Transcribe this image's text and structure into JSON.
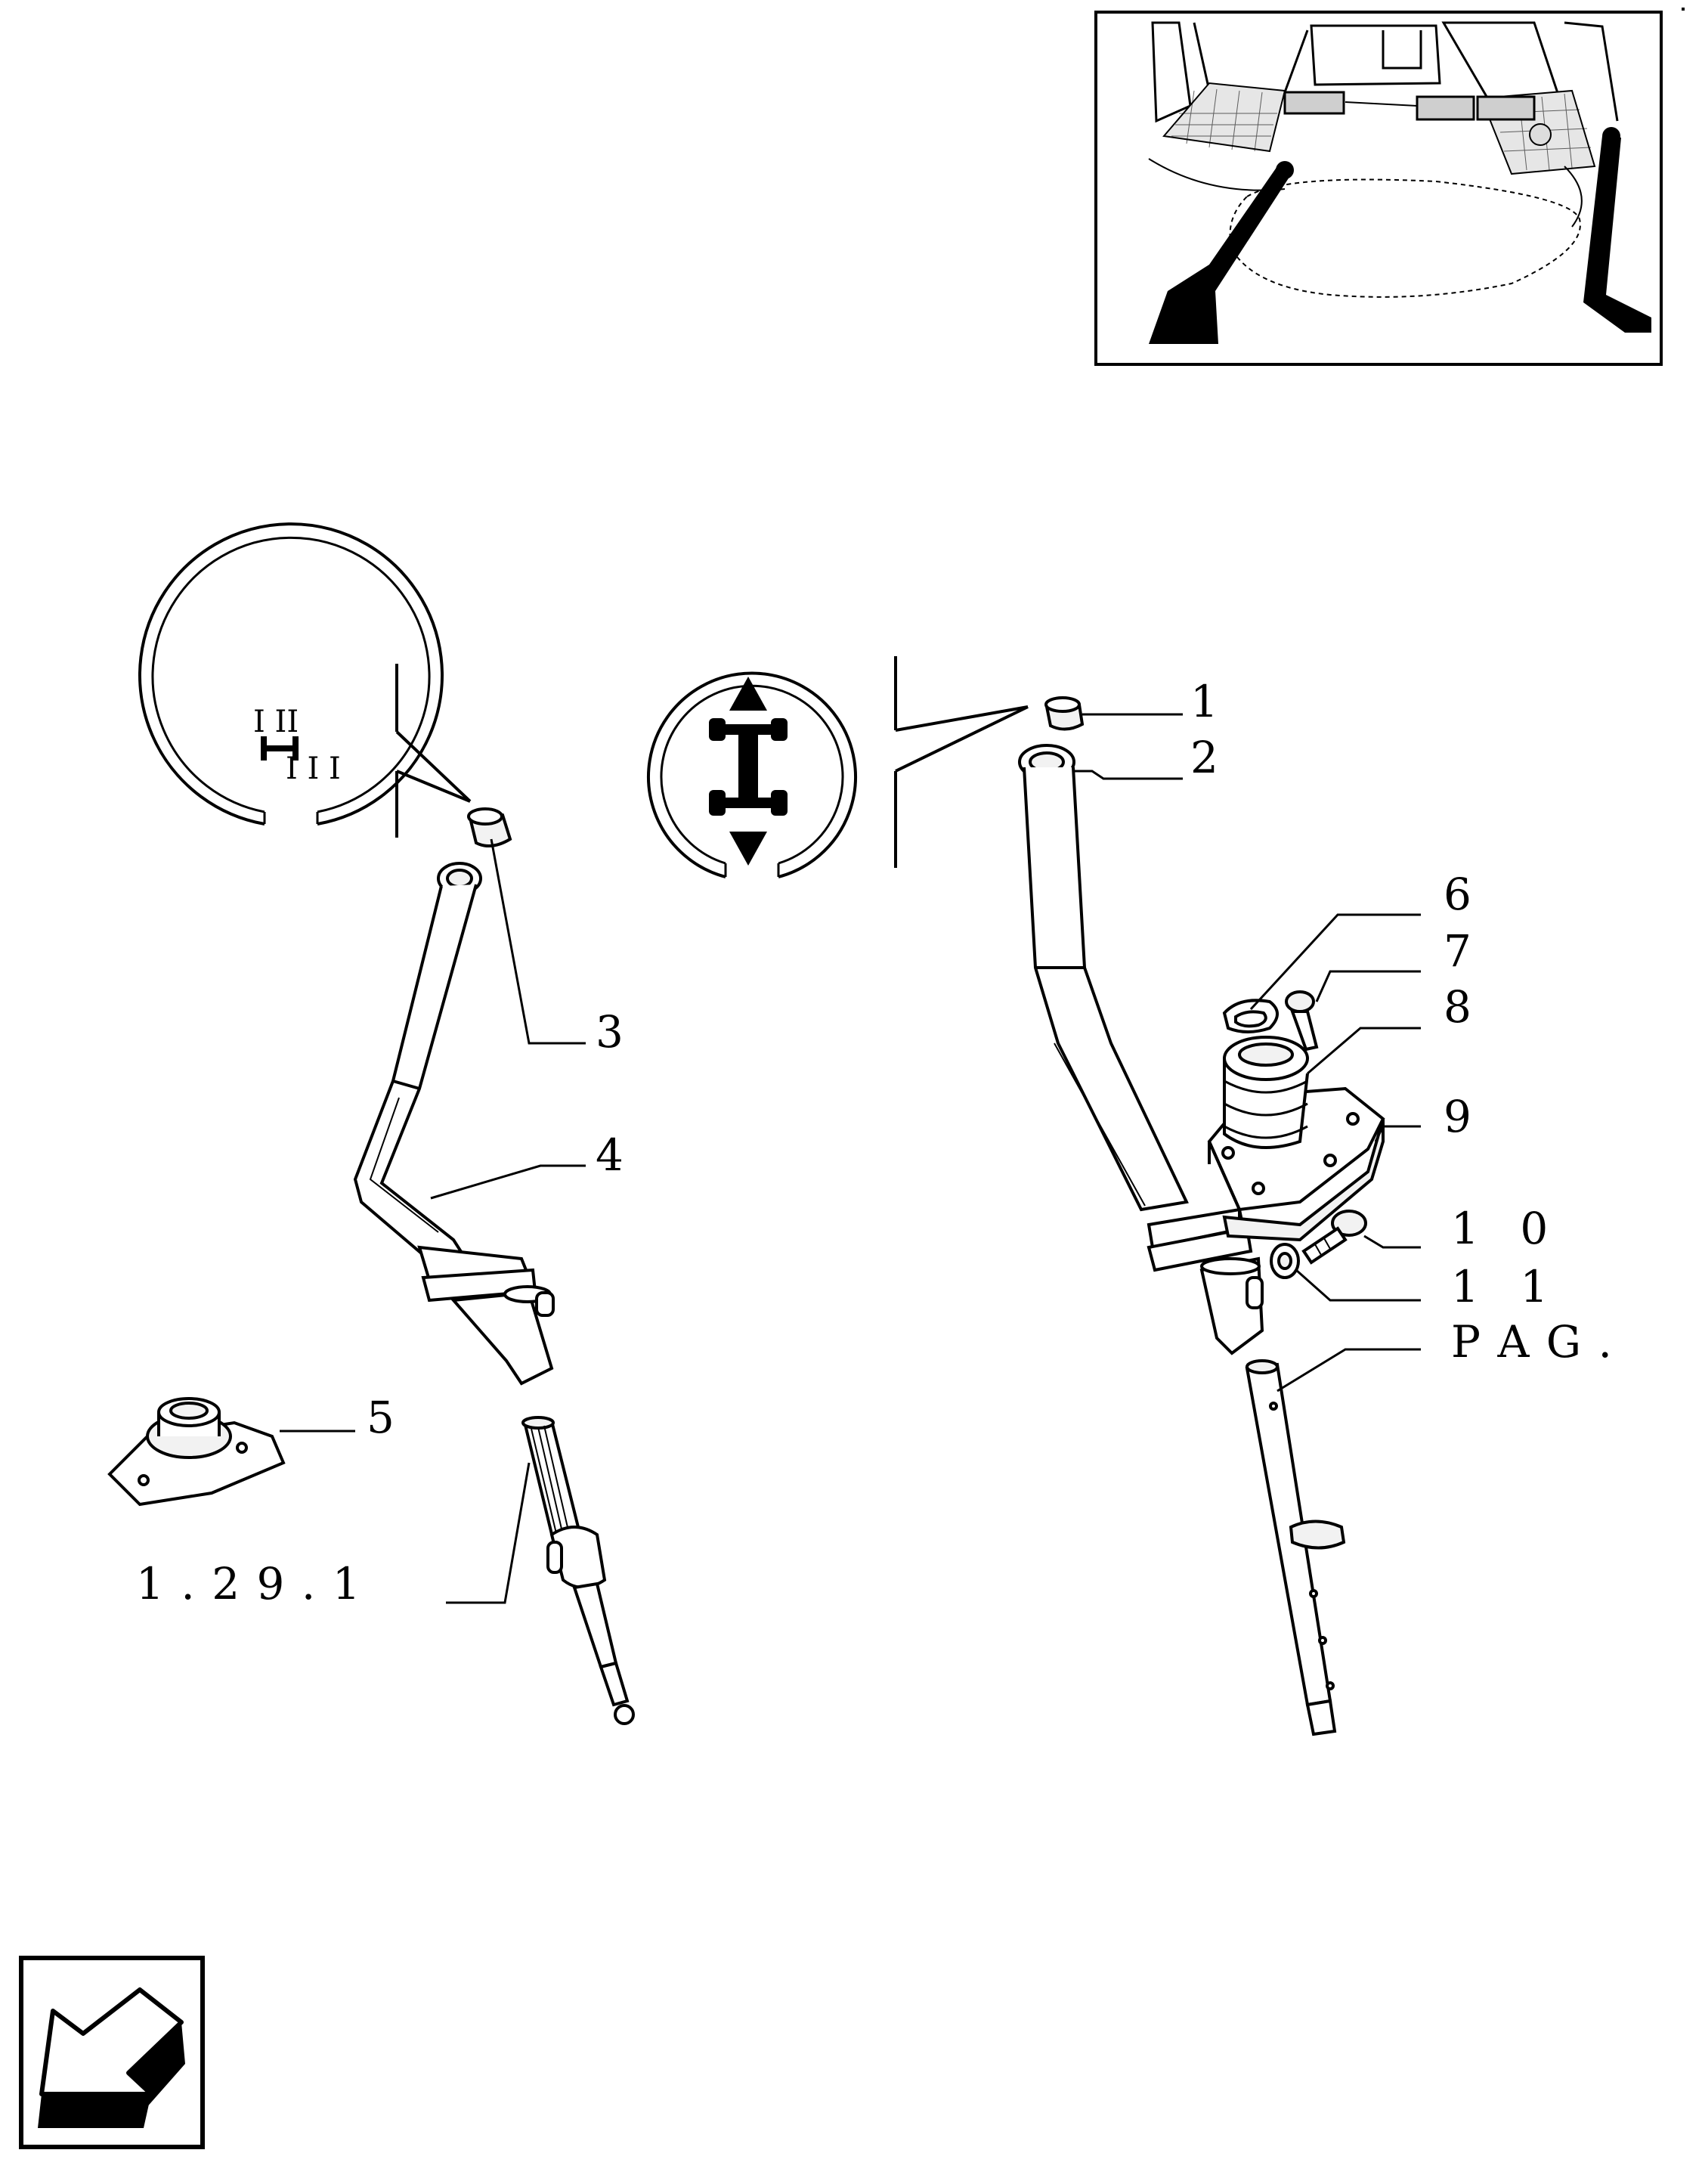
{
  "callouts": {
    "c1": "1",
    "c2": "2",
    "c3": "3",
    "c4": "4",
    "c5": "5",
    "c6": "6",
    "c7": "7",
    "c8": "8",
    "c9": "9",
    "c10": "1 0",
    "c11": "1 1"
  },
  "references": {
    "shaft_ref": "1 . 2 9 . 1",
    "page_ref": "P A G ."
  },
  "symbols": {
    "range_top": "I  II",
    "range_bottom": "I  I  I"
  },
  "icons": {
    "range_symbol": "range-lever-symbol-icon",
    "drive_symbol": "four-wheel-drive-symbol-icon",
    "nav_arrow": "back-arrow-icon"
  },
  "colors": {
    "ink": "#000000",
    "paper": "#ffffff"
  }
}
